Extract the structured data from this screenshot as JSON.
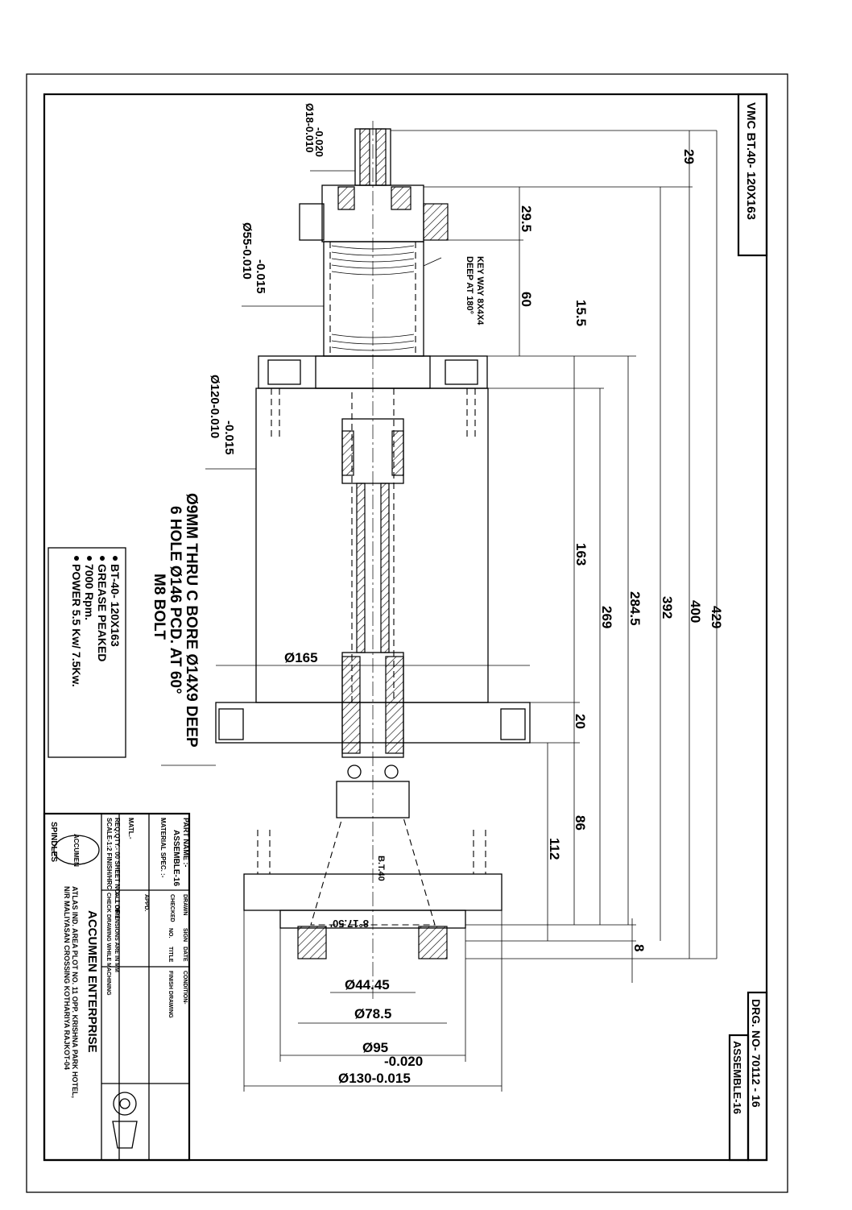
{
  "drawing": {
    "title": "VMC BT.40- 120X163",
    "drawing_no": "DRG. NO- 70112 - 16",
    "sheet_label": "ASSEMBLE-16"
  },
  "dimensions": {
    "shaft_dia": [
      "-0.020",
      "Ø18-0.010"
    ],
    "bearing_dia": [
      "-0.015",
      "Ø55-0.010"
    ],
    "body_dia": [
      "-0.015",
      "Ø120-0.010"
    ],
    "flange_dia": "Ø165",
    "nose_dia_a": "Ø44.45",
    "nose_dia_b": "Ø78.5",
    "nose_dia_c": "Ø95",
    "nose_dia_d": [
      "-0.020",
      "Ø130-0.015"
    ],
    "len_29": "29",
    "len_29_5": "29.5",
    "len_60": "60",
    "len_15_5": "15.5",
    "len_163": "163",
    "len_269": "269",
    "len_284_5": "284.5",
    "len_392": "392",
    "len_400": "400",
    "len_429": "429",
    "len_20": "20",
    "len_86": "86",
    "len_112": "112",
    "len_8": "8",
    "taper_angle": "8°17.50'",
    "taper_label": "B.T.40"
  },
  "annotations": {
    "keyway": [
      "KEY WAY 8X4X4",
      "DEEP AT 180°"
    ],
    "bolt_note": [
      "Ø9MM THRU C BORE Ø14X9 DEEP",
      "6 HOLE Ø146 PCD. AT 60°",
      "M8 BOLT"
    ]
  },
  "spec_notes": [
    "BT-40- 120X163",
    "GREASE PEAKED",
    "7000 Rpm.",
    "POWER 5.5 Kw/ 7.5Kw."
  ],
  "title_block": {
    "part_name": [
      "PART NAME :-",
      "ASSEMBLE-16"
    ],
    "material_spec": "MATERIAL SPEC. :-",
    "matl": "MATL.-",
    "qty_line": "REQ.QTY.- 00   SHEET NO.- 1 OF 1",
    "scale_line": "SCALE-1:2   FINISH/HRC",
    "checklist": "CHECK DRAWING WHILE MACHINING",
    "tolerance": "ALL DIMENSIONS ARE IN MM",
    "drawn_label": "DRAWN",
    "checked_label": "CHECKED",
    "appd_label": "APPD.",
    "sign_label": "SIGN",
    "date_label": "DATE",
    "no_label": "NO.",
    "title_label": "TITLE",
    "conditions": "CONDITION-",
    "finishing": "FINISH DRAWING",
    "company": "ACCUMEN ENTERPRISE",
    "address_1": "ATLAS IND. AREA PLOT NO. 11 OPP. KRISHNA PARK HOTEL,",
    "address_2": "N/R MALIYASAN CROSSING KOTHARIYA RAJKOT-04",
    "product": "SPINDLES",
    "logo_text": "ACCUMEN"
  }
}
